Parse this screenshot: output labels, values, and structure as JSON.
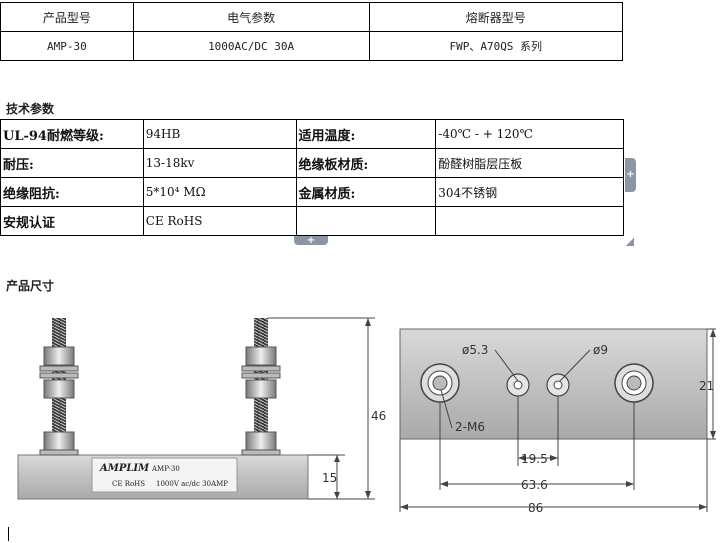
{
  "product_table": {
    "headers": [
      "产品型号",
      "电气参数",
      "熔断器型号"
    ],
    "row": [
      "AMP-30",
      "1000AC/DC 30A",
      "FWP、A70QS 系列"
    ]
  },
  "tech_title": "技术参数",
  "tech_table": [
    [
      "UL-94耐燃等级:",
      "94HB",
      "适用温度:",
      "-40℃ - + 120℃"
    ],
    [
      "耐压:",
      "13-18kv",
      "绝缘板材质:",
      "酚醛树脂层压板"
    ],
    [
      "绝缘阻抗:",
      "5*10⁴ MΩ",
      "金属材质:",
      "304不锈钢"
    ],
    [
      "安规认证",
      "CE RoHS",
      "",
      ""
    ]
  ],
  "size_title": "产品尺寸",
  "drawing": {
    "brand": "AMPLIM",
    "model": "AMP-30",
    "cert": "CE RoHS",
    "rating": "1000V ac/dc 30AMP",
    "dims": {
      "height": "46",
      "base_height": "15",
      "width": "21",
      "hole_small": "ø5.3",
      "hole_big": "ø9",
      "thread": "2-M6",
      "pitch_inner": "19.5",
      "pitch_outer": "63.6",
      "length": "86"
    }
  },
  "ui": {
    "plus": "+"
  }
}
